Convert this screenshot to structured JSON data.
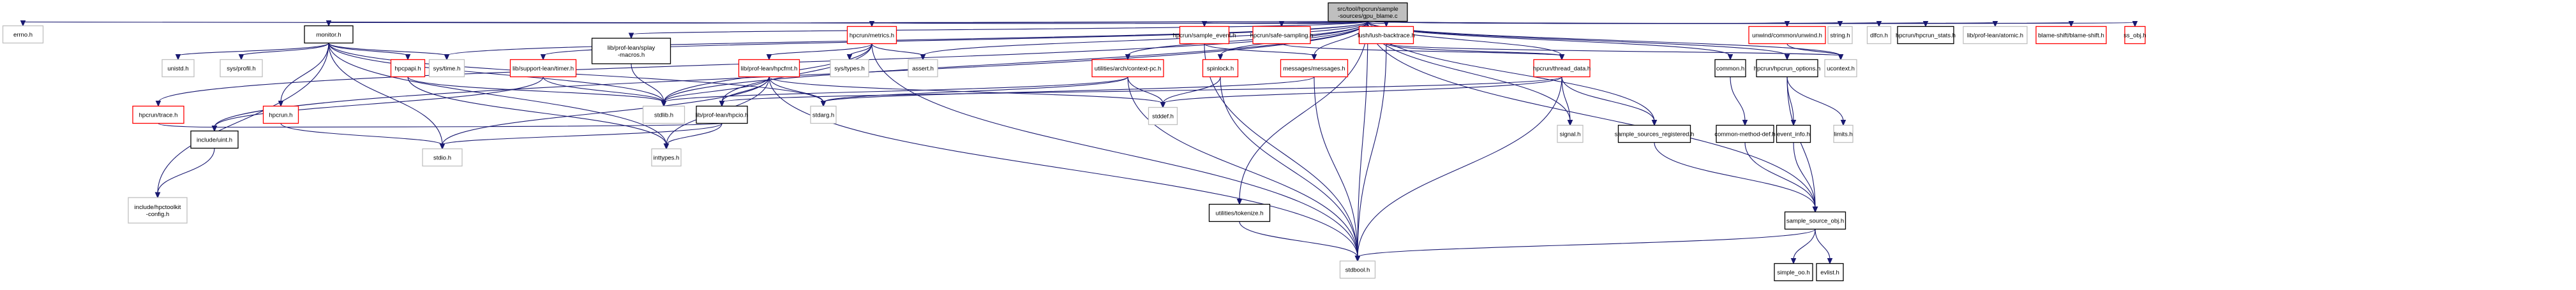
{
  "title": "src/tool/hpcrun/sample-sources/gpu_blame.c",
  "colors": {
    "edge": "#191970",
    "root_fill": "#bfbfbf",
    "root_border": "#000000",
    "documented_border": "#000000",
    "undocumented_border": "#ff0000",
    "external_border": "#bfbfbf"
  },
  "nodes": [
    {
      "id": "root",
      "label": [
        "src/tool/hpcrun/sample",
        "-sources/gpu_blame.c"
      ],
      "style": "root"
    },
    {
      "id": "errno",
      "label": [
        "errno.h"
      ],
      "style": "external"
    },
    {
      "id": "monitor",
      "label": [
        "monitor.h"
      ],
      "style": "documented"
    },
    {
      "id": "splay",
      "label": [
        "lib/prof-lean/splay",
        "-macros.h"
      ],
      "style": "documented"
    },
    {
      "id": "metrics",
      "label": [
        "hpcrun/metrics.h"
      ],
      "style": "undocumented"
    },
    {
      "id": "sample_event",
      "label": [
        "hpcrun/sample_event.h"
      ],
      "style": "undocumented"
    },
    {
      "id": "safe_sampling",
      "label": [
        "hpcrun/safe-sampling.h"
      ],
      "style": "undocumented"
    },
    {
      "id": "lush",
      "label": [
        "lush/lush-backtrace.h"
      ],
      "style": "undocumented"
    },
    {
      "id": "unwind",
      "label": [
        "unwind/common/unwind.h"
      ],
      "style": "undocumented"
    },
    {
      "id": "string",
      "label": [
        "string.h"
      ],
      "style": "external"
    },
    {
      "id": "dlfcn",
      "label": [
        "dlfcn.h"
      ],
      "style": "external"
    },
    {
      "id": "hpcrun_stats",
      "label": [
        "hpcrun/hpcrun_stats.h"
      ],
      "style": "documented"
    },
    {
      "id": "atomic",
      "label": [
        "lib/prof-lean/atomic.h"
      ],
      "style": "external"
    },
    {
      "id": "blame_shift",
      "label": [
        "blame-shift/blame-shift.h"
      ],
      "style": "undocumented"
    },
    {
      "id": "ss_obj",
      "label": [
        "ss_obj.h"
      ],
      "style": "undocumented"
    },
    {
      "id": "unistd",
      "label": [
        "unistd.h"
      ],
      "style": "external"
    },
    {
      "id": "profil",
      "label": [
        "sys/profil.h"
      ],
      "style": "external"
    },
    {
      "id": "hpcpapi",
      "label": [
        "hpcpapi.h"
      ],
      "style": "undocumented"
    },
    {
      "id": "systime",
      "label": [
        "sys/time.h"
      ],
      "style": "external"
    },
    {
      "id": "timer",
      "label": [
        "lib/support-lean/timer.h"
      ],
      "style": "undocumented"
    },
    {
      "id": "hpcfmt",
      "label": [
        "lib/prof-lean/hpcfmt.h"
      ],
      "style": "undocumented"
    },
    {
      "id": "systypes",
      "label": [
        "sys/types.h"
      ],
      "style": "external"
    },
    {
      "id": "assert",
      "label": [
        "assert.h"
      ],
      "style": "external"
    },
    {
      "id": "context_pc",
      "label": [
        "utilities/arch/context-pc.h"
      ],
      "style": "undocumented"
    },
    {
      "id": "spinlock",
      "label": [
        "spinlock.h"
      ],
      "style": "undocumented"
    },
    {
      "id": "messages",
      "label": [
        "messages/messages.h"
      ],
      "style": "undocumented"
    },
    {
      "id": "thread_data",
      "label": [
        "hpcrun/thread_data.h"
      ],
      "style": "undocumented"
    },
    {
      "id": "common",
      "label": [
        "common.h"
      ],
      "style": "documented"
    },
    {
      "id": "hpcrun_options",
      "label": [
        "hpcrun/hpcrun_options.h"
      ],
      "style": "documented"
    },
    {
      "id": "ucontext",
      "label": [
        "ucontext.h"
      ],
      "style": "external"
    },
    {
      "id": "trace",
      "label": [
        "hpcrun/trace.h"
      ],
      "style": "undocumented"
    },
    {
      "id": "hpcrun_h",
      "label": [
        "hpcrun.h"
      ],
      "style": "undocumented"
    },
    {
      "id": "stdlib",
      "label": [
        "stdlib.h"
      ],
      "style": "external"
    },
    {
      "id": "hpcio",
      "label": [
        "lib/prof-lean/hpcio.h"
      ],
      "style": "documented"
    },
    {
      "id": "stdarg",
      "label": [
        "stdarg.h"
      ],
      "style": "external"
    },
    {
      "id": "stddef",
      "label": [
        "stddef.h"
      ],
      "style": "external"
    },
    {
      "id": "signal",
      "label": [
        "signal.h"
      ],
      "style": "external"
    },
    {
      "id": "ss_registered",
      "label": [
        "sample_sources_registered.h"
      ],
      "style": "documented"
    },
    {
      "id": "common_method",
      "label": [
        "common-method-def.h"
      ],
      "style": "documented"
    },
    {
      "id": "event_info",
      "label": [
        "event_info.h"
      ],
      "style": "documented"
    },
    {
      "id": "limits",
      "label": [
        "limits.h"
      ],
      "style": "external"
    },
    {
      "id": "uint",
      "label": [
        "include/uint.h"
      ],
      "style": "documented"
    },
    {
      "id": "stdio",
      "label": [
        "stdio.h"
      ],
      "style": "external"
    },
    {
      "id": "inttypes",
      "label": [
        "inttypes.h"
      ],
      "style": "external"
    },
    {
      "id": "tokenize",
      "label": [
        "utilities/tokenize.h"
      ],
      "style": "documented"
    },
    {
      "id": "ss_obj_h",
      "label": [
        "sample_source_obj.h"
      ],
      "style": "documented"
    },
    {
      "id": "hpctoolkit_config",
      "label": [
        "include/hpctoolkit",
        "-config.h"
      ],
      "style": "external"
    },
    {
      "id": "stdbool",
      "label": [
        "stdbool.h"
      ],
      "style": "external"
    },
    {
      "id": "simple_oo",
      "label": [
        "simple_oo.h"
      ],
      "style": "documented"
    },
    {
      "id": "evlist",
      "label": [
        "evlist.h"
      ],
      "style": "documented"
    }
  ],
  "edges": [
    [
      "root",
      "errno"
    ],
    [
      "root",
      "monitor"
    ],
    [
      "root",
      "splay"
    ],
    [
      "root",
      "metrics"
    ],
    [
      "root",
      "sample_event"
    ],
    [
      "root",
      "safe_sampling"
    ],
    [
      "root",
      "lush"
    ],
    [
      "root",
      "unwind"
    ],
    [
      "root",
      "string"
    ],
    [
      "root",
      "dlfcn"
    ],
    [
      "root",
      "hpcrun_stats"
    ],
    [
      "root",
      "atomic"
    ],
    [
      "root",
      "blame_shift"
    ],
    [
      "root",
      "ss_obj"
    ],
    [
      "root",
      "systime"
    ],
    [
      "root",
      "timer"
    ],
    [
      "root",
      "assert"
    ],
    [
      "root",
      "context_pc"
    ],
    [
      "root",
      "spinlock"
    ],
    [
      "root",
      "messages"
    ],
    [
      "root",
      "thread_data"
    ],
    [
      "root",
      "common"
    ],
    [
      "root",
      "hpcrun_options"
    ],
    [
      "root",
      "ucontext"
    ],
    [
      "root",
      "trace"
    ],
    [
      "root",
      "stdlib"
    ],
    [
      "root",
      "stdbool"
    ],
    [
      "root",
      "signal"
    ],
    [
      "root",
      "ss_registered"
    ],
    [
      "root",
      "ss_obj_h"
    ],
    [
      "root",
      "tokenize"
    ],
    [
      "root",
      "uint"
    ],
    [
      "monitor",
      "unistd"
    ],
    [
      "monitor",
      "profil"
    ],
    [
      "monitor",
      "hpcpapi"
    ],
    [
      "monitor",
      "systime"
    ],
    [
      "monitor",
      "hpcrun_h"
    ],
    [
      "monitor",
      "stdio"
    ],
    [
      "monitor",
      "inttypes"
    ],
    [
      "monitor",
      "hpctoolkit_config"
    ],
    [
      "monitor",
      "stdarg"
    ],
    [
      "monitor",
      "stdlib"
    ],
    [
      "splay",
      "stdlib"
    ],
    [
      "hpcpapi",
      "inttypes"
    ],
    [
      "hpcpapi",
      "stdlib"
    ],
    [
      "timer",
      "uint"
    ],
    [
      "timer",
      "stdlib"
    ],
    [
      "hpcrun_h",
      "stdio"
    ],
    [
      "trace",
      "uint"
    ],
    [
      "metrics",
      "hpcfmt"
    ],
    [
      "metrics",
      "systypes"
    ],
    [
      "metrics",
      "assert"
    ],
    [
      "metrics",
      "stdlib"
    ],
    [
      "metrics",
      "hpcio"
    ],
    [
      "metrics",
      "stdbool"
    ],
    [
      "hpcfmt",
      "stdlib"
    ],
    [
      "hpcfmt",
      "hpcio"
    ],
    [
      "hpcfmt",
      "stdarg"
    ],
    [
      "hpcfmt",
      "stdio"
    ],
    [
      "hpcfmt",
      "inttypes"
    ],
    [
      "hpcfmt",
      "stdbool"
    ],
    [
      "hpcfmt",
      "stddef"
    ],
    [
      "hpcio",
      "stdio"
    ],
    [
      "hpcio",
      "inttypes"
    ],
    [
      "hpcio",
      "uint"
    ],
    [
      "context_pc",
      "stddef"
    ],
    [
      "context_pc",
      "stdbool"
    ],
    [
      "context_pc",
      "stdarg"
    ],
    [
      "context_pc",
      "stdlib"
    ],
    [
      "spinlock",
      "stddef"
    ],
    [
      "spinlock",
      "stdbool"
    ],
    [
      "messages",
      "stdarg"
    ],
    [
      "messages",
      "stdbool"
    ],
    [
      "sample_event",
      "messages"
    ],
    [
      "sample_event",
      "stdbool"
    ],
    [
      "safe_sampling",
      "thread_data"
    ],
    [
      "lush",
      "thread_data"
    ],
    [
      "lush",
      "ucontext"
    ],
    [
      "lush",
      "stdbool"
    ],
    [
      "thread_data",
      "signal"
    ],
    [
      "thread_data",
      "ss_registered"
    ],
    [
      "thread_data",
      "stdbool"
    ],
    [
      "thread_data",
      "hpcio"
    ],
    [
      "thread_data",
      "stddef"
    ],
    [
      "unwind",
      "ucontext"
    ],
    [
      "common",
      "common_method"
    ],
    [
      "common_method",
      "ss_obj_h"
    ],
    [
      "hpcrun_options",
      "event_info"
    ],
    [
      "hpcrun_options",
      "limits"
    ],
    [
      "hpcrun_options",
      "ss_obj_h"
    ],
    [
      "event_info",
      "ss_obj_h"
    ],
    [
      "ss_registered",
      "ss_obj_h"
    ],
    [
      "ss_obj_h",
      "simple_oo"
    ],
    [
      "ss_obj_h",
      "evlist"
    ],
    [
      "ss_obj_h",
      "stdbool"
    ],
    [
      "tokenize",
      "stdbool"
    ],
    [
      "uint",
      "hpctoolkit_config"
    ]
  ]
}
